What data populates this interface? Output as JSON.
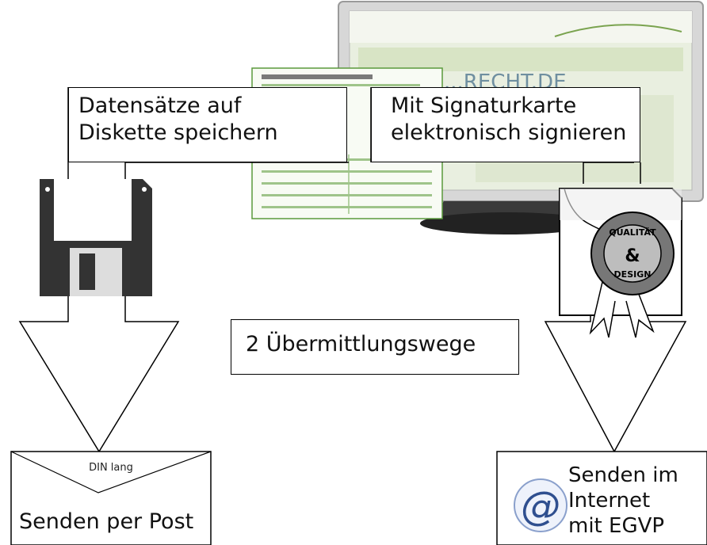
{
  "labels": {
    "save_to_disk": [
      "Datensätze auf",
      "Diskette speichern"
    ],
    "sign_with_card": [
      "Mit Signaturkarte",
      "elektronisch signieren"
    ],
    "two_ways": "2 Übermittlungswege",
    "send_by_post": "Senden per Post",
    "envelope_format": "DIN lang",
    "send_internet": [
      "Senden im",
      "Internet",
      "mit EGVP"
    ],
    "seal_text_top": "QUALITÄT",
    "seal_text_mid": "&",
    "seal_text_bottom": "DESIGN",
    "monitor_site_text": "...RECHT.DE",
    "at_symbol": "@"
  },
  "colors": {
    "line": "#000000",
    "floppy_body": "#333333",
    "floppy_label": "#ffffff",
    "floppy_shutter": "#dddddd",
    "monitor_frame": "#c8c8c8",
    "monitor_screen": "#e9efe0",
    "form_green": "#5a9a3c",
    "seal_red": "#777777",
    "at_blue": "#2f4f8f"
  }
}
